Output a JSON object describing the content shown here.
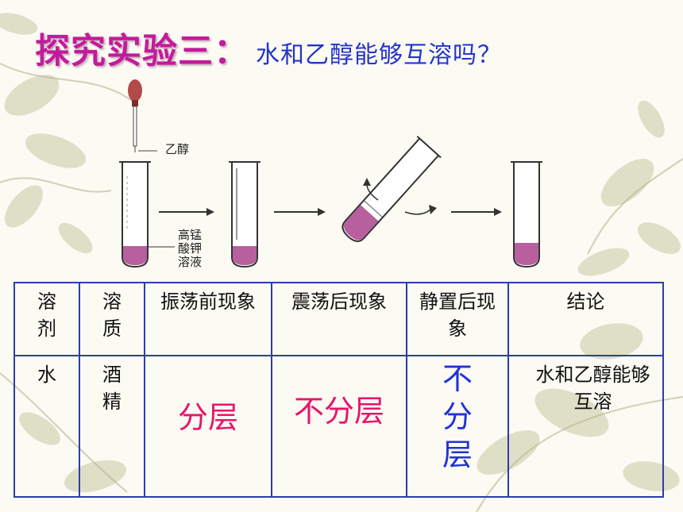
{
  "title": {
    "main": "探究实验三：",
    "sub": "水和乙醇能够互溶吗？"
  },
  "figure": {
    "label_ethanol": "乙醇",
    "label_solution": [
      "高锰",
      "酸钾",
      "溶液"
    ]
  },
  "table": {
    "headers": [
      "溶剂",
      "溶质",
      "振荡前现象",
      "震荡后现象",
      "静置后现象",
      "结论"
    ],
    "row": {
      "solvent": "水",
      "solute": "酒精",
      "before": "分层",
      "after": "不分层",
      "rest": "不分层",
      "conclusion": "水和乙醇能够互溶"
    }
  },
  "colors": {
    "title": "#c41a9a",
    "subtitle": "#2434c8",
    "table_border": "#2a3ea8",
    "pink_text": "#e8156a",
    "blue_text": "#2332d6",
    "red_text": "#e00000",
    "solution": "#b85f9e"
  },
  "icons": [
    "vine-leaf-decoration",
    "dropper-icon",
    "test-tube-icon",
    "arrow-right-icon",
    "shake-arrow-icon"
  ]
}
